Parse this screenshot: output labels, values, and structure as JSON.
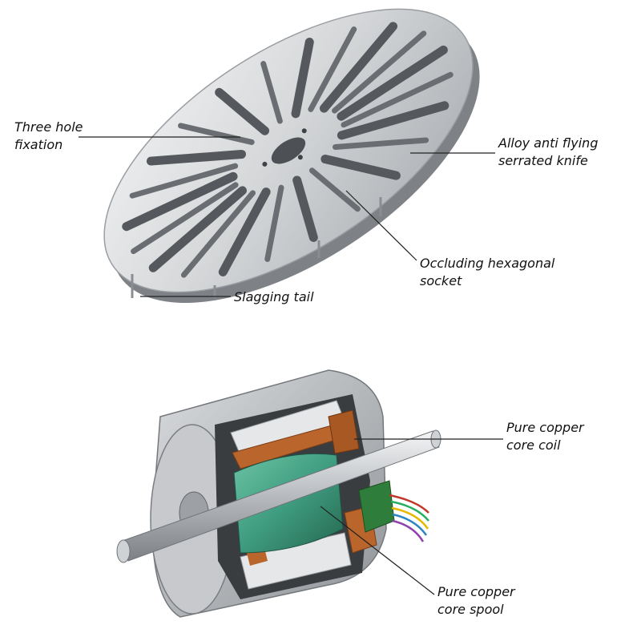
{
  "callouts": {
    "three_hole": {
      "line1": "Three hole",
      "line2": "fixation"
    },
    "alloy_knife": {
      "line1": "Alloy anti flying",
      "line2": "serrated knife"
    },
    "hex_socket": {
      "line1": "Occluding hexagonal",
      "line2": "socket"
    },
    "slagging_tail": {
      "line1": "Slagging tail"
    },
    "copper_coil": {
      "line1": "Pure copper",
      "line2": "core coil"
    },
    "copper_spool": {
      "line1": "Pure copper",
      "line2": "core spool"
    }
  },
  "colors": {
    "steel_light": "#e2e4e6",
    "steel_dark": "#8e9296",
    "slot": "#5b5f63",
    "copper": "#b9652b",
    "copper_dark": "#7c3d17",
    "rotor_green": "#3f9c7f",
    "leader": "#222222"
  }
}
